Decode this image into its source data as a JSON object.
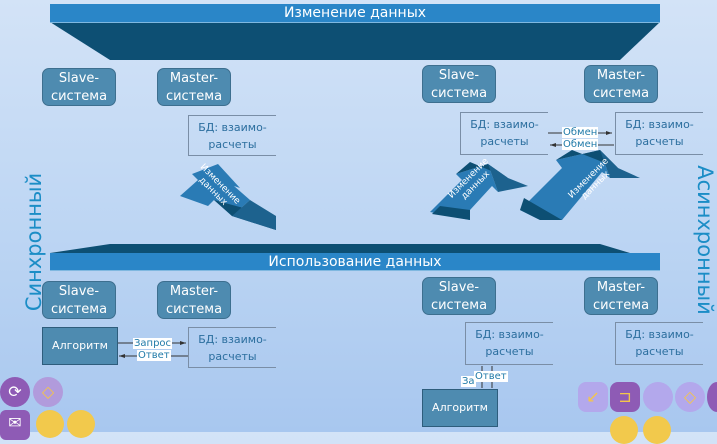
{
  "top_banner": "Изменение данных",
  "bottom_banner": "Использование данных",
  "side_labels": {
    "left": "Синхронный",
    "right": "Асинхронный"
  },
  "slave_label": [
    "Slave-",
    "система"
  ],
  "master_label": [
    "Master-",
    "система"
  ],
  "db_label": [
    "БД: взаимо-",
    "расчеты"
  ],
  "arrow_text": [
    "Изменение",
    "данных"
  ],
  "exchange": [
    "Обмен",
    "Обмен"
  ],
  "request": "Запрос",
  "request_short": "За",
  "response": "Ответ",
  "algorithm": "Алгоритм",
  "colors": {
    "banner": "#2a86c8",
    "banner_dark": "#0d4f73",
    "system": "#4e8bb0",
    "side_text": "#1b8dc6"
  }
}
